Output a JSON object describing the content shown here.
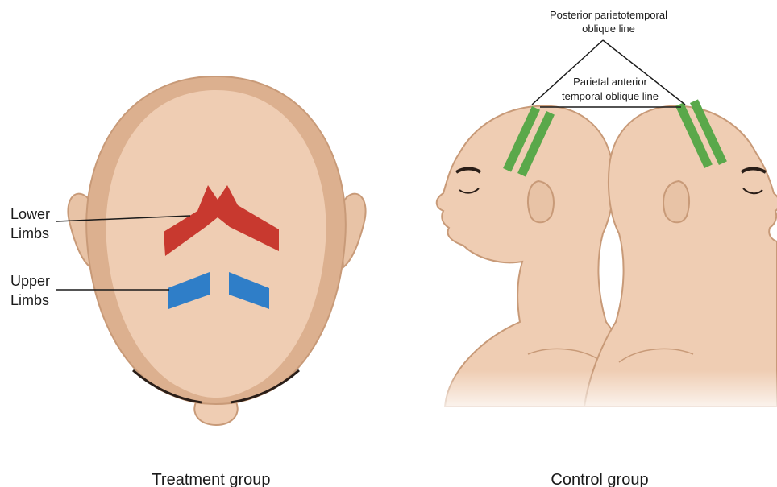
{
  "treatment": {
    "caption": "Treatment group",
    "labels": {
      "lower_limbs": [
        "Lower",
        "Limbs"
      ],
      "upper_limbs": [
        "Upper",
        "Limbs"
      ]
    },
    "colors": {
      "lower_limbs": "#c8392f",
      "upper_limbs": "#2f7ec8"
    }
  },
  "control": {
    "caption": "Control group",
    "labels": {
      "posterior": [
        "Posterior parietotemporal",
        "oblique line"
      ],
      "anterior": [
        "Parietal anterior",
        "temporal oblique line"
      ]
    },
    "colors": {
      "stimulation_band": "#5aa84a"
    }
  },
  "colors": {
    "skin": "#efcdb3",
    "skin_shadow": "#dcb08f",
    "skin_outline": "#c89a78"
  }
}
